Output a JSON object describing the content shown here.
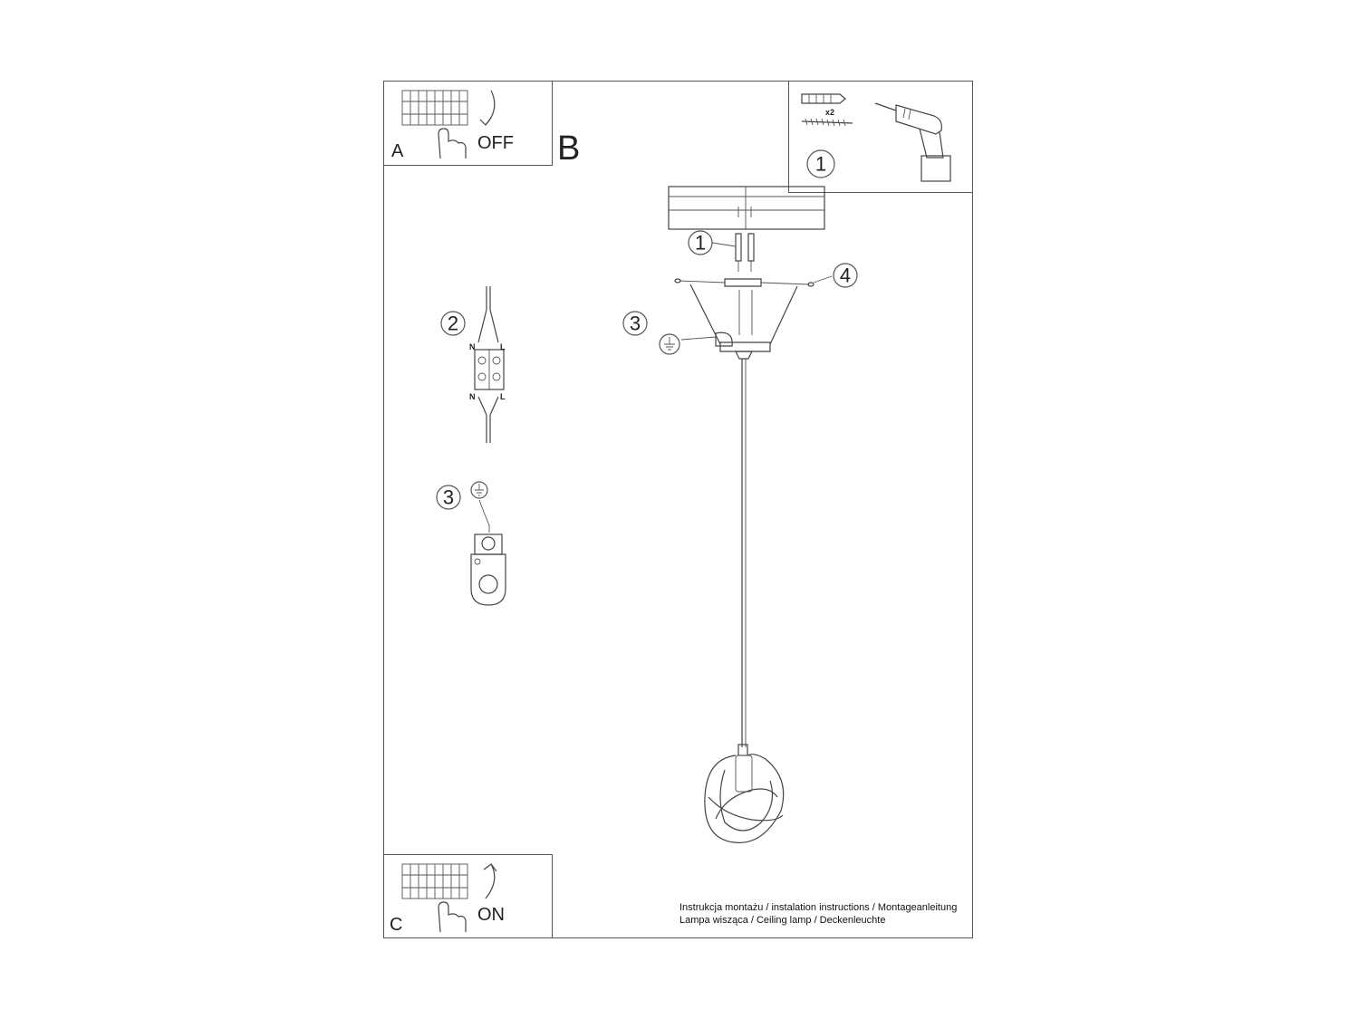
{
  "steps": {
    "a": {
      "letter": "A",
      "action": "OFF"
    },
    "b": {
      "letter": "B"
    },
    "c": {
      "letter": "C",
      "action": "ON"
    }
  },
  "tools": {
    "callout": "1",
    "multiplier": "x2"
  },
  "callouts": {
    "c1": "1",
    "c2": "2",
    "c3a": "3",
    "c3b": "3",
    "c4": "4"
  },
  "terminal": {
    "n_top": "N",
    "l_top": "L",
    "n_bottom": "N",
    "l_bottom": "L"
  },
  "footer": {
    "line1": "Instrukcja montażu / instalation instructions / Montageanleitung",
    "line2": "Lampa wisząca / Ceiling lamp / Deckenleuchte"
  }
}
